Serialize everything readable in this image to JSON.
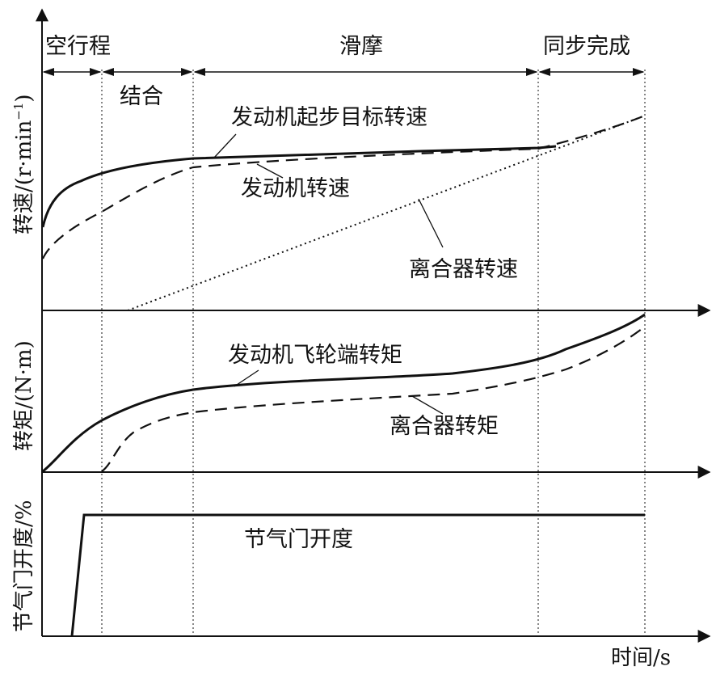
{
  "phases": {
    "free_travel": "空行程",
    "engagement": "结合",
    "slipping": "滑摩",
    "synchronized": "同步完成"
  },
  "curve_labels": {
    "engine_start_target_speed": "发动机起步目标转速",
    "engine_speed": "发动机转速",
    "clutch_speed": "离合器转速",
    "flywheel_torque": "发动机飞轮端转矩",
    "clutch_torque": "离合器转矩",
    "throttle_opening": "节气门开度"
  },
  "axes": {
    "speed_ylabel": "转速/(r·min",
    "speed_ylabel_sup": "−1",
    "speed_ylabel_close": ")",
    "torque_ylabel": "转矩/(N·m)",
    "throttle_ylabel": "节气门开度/%",
    "time_xlabel": "时间/s"
  },
  "colors": {
    "ink": "#111111",
    "background": "#ffffff"
  }
}
